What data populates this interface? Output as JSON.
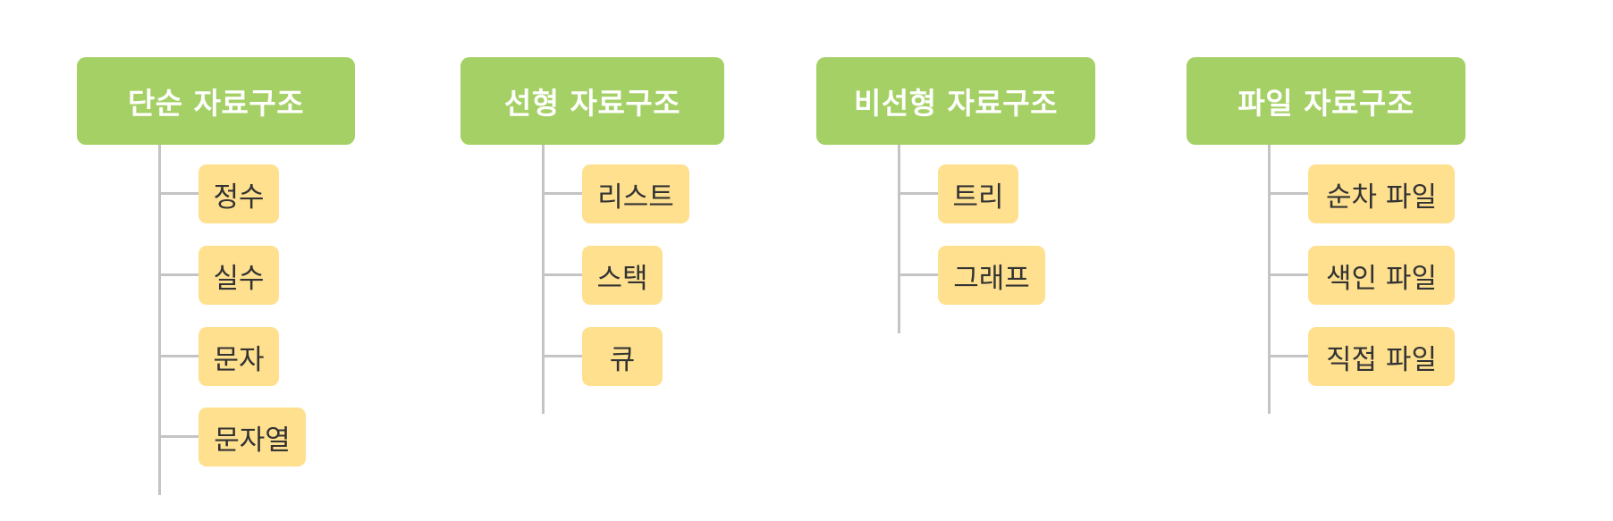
{
  "groups": [
    {
      "title": "단순 자료구조",
      "items": [
        "정수",
        "실수",
        "문자",
        "문자열"
      ]
    },
    {
      "title": "선형 자료구조",
      "items": [
        "리스트",
        "스택",
        "큐"
      ]
    },
    {
      "title": "비선형 자료구조",
      "items": [
        "트리",
        "그래프"
      ]
    },
    {
      "title": "파일 자료구조",
      "items": [
        "순차 파일",
        "색인 파일",
        "직접 파일"
      ]
    }
  ],
  "colors": {
    "header": "#a4d065",
    "leaf": "#ffe08f",
    "connector": "#c4c4c4"
  }
}
